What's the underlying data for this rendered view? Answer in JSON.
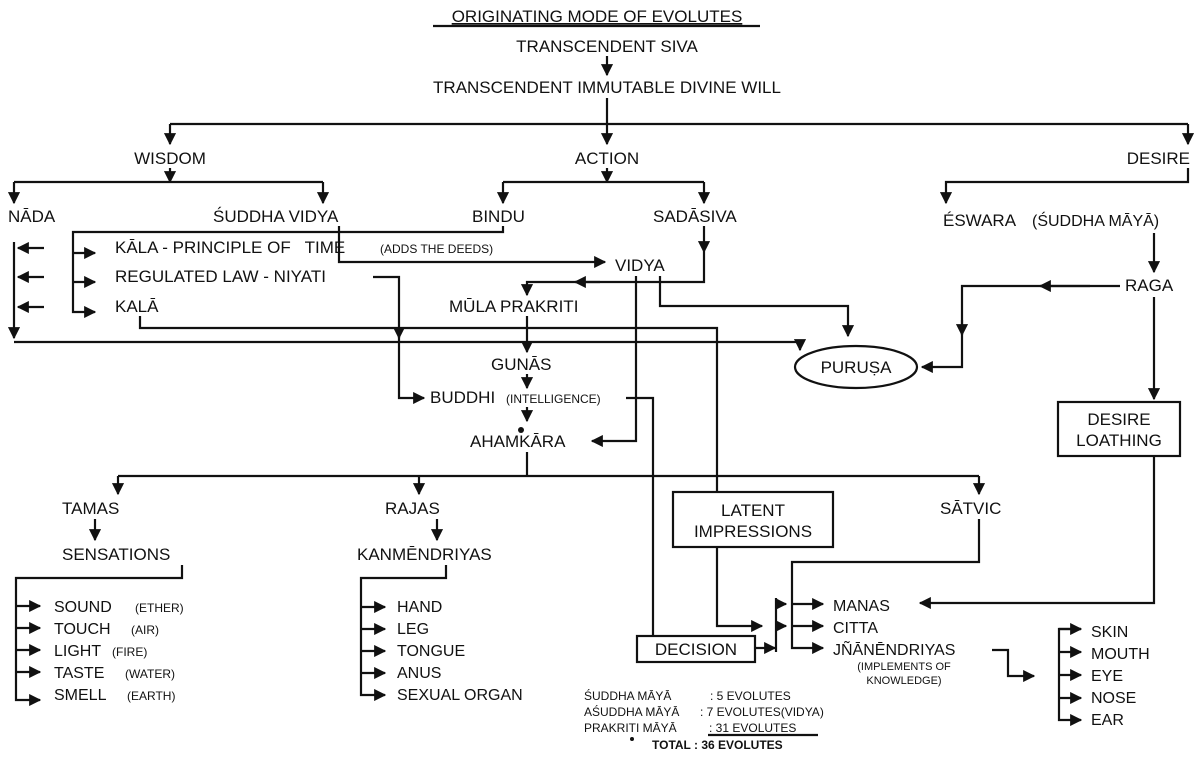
{
  "diagram": {
    "title": "ORIGINATING MODE OF EVOLUTES",
    "root": "TRANSCENDENT SIVA",
    "will": "TRANSCENDENT IMMUTABLE DIVINE WILL",
    "branches": {
      "wisdom": "WISDOM",
      "action": "ACTION",
      "desire": "DESIRE"
    },
    "wisdom_children": {
      "nada": "NĀDA",
      "suddha_vidya": "ŚUDDHA VIDYA"
    },
    "action_children": {
      "bindu": "BINDU",
      "sadasiva": "SADĀSIVA"
    },
    "desire_children": {
      "eswara": "ÉSWARA",
      "eswara_note": "(ŚUDDHA MĀYĀ)",
      "raga": "RAGA"
    },
    "kala_group": [
      {
        "label": "KĀLA - PRINCIPLE OF   TIME",
        "note": "(ADDS THE DEEDS)"
      },
      {
        "label": "REGULATED LAW - NIYATI",
        "note": ""
      },
      {
        "label": "KALĀ",
        "note": ""
      }
    ],
    "center": {
      "vidya": "VIDYA",
      "mula_prakriti": "MŪLA PRAKRITI",
      "gunas": "GUNĀS",
      "buddhi": "BUDDHI",
      "buddhi_note": "(INTELLIGENCE)",
      "ahamkara": "AHAMKĀRA",
      "purusa": "PURUṢA"
    },
    "boxes": {
      "desire_loathing": [
        "DESIRE",
        "LOATHING"
      ],
      "latent_impressions": [
        "LATENT",
        "IMPRESSIONS"
      ],
      "decision": "DECISION"
    },
    "gunas_three": {
      "tamas": "TAMAS",
      "rajas": "RAJAS",
      "satvic": "SĀTVIC"
    },
    "sensations": {
      "title": "SENSATIONS",
      "items": [
        {
          "label": "SOUND",
          "note": "(ETHER)"
        },
        {
          "label": "TOUCH",
          "note": "(AIR)"
        },
        {
          "label": "LIGHT",
          "note": "(FIRE)"
        },
        {
          "label": "TASTE",
          "note": "(WATER)"
        },
        {
          "label": "SMELL",
          "note": "(EARTH)"
        }
      ]
    },
    "kanmendriyas": {
      "title": "KANMĒNDRIYAS",
      "items": [
        "HAND",
        "LEG",
        "TONGUE",
        "ANUS",
        "SEXUAL ORGAN"
      ]
    },
    "inner": {
      "manas": "MANAS",
      "citta": "CITTA",
      "jnanendriyas": "JÑĀNĒNDRIYAS",
      "jnanendriyas_note_1": "(IMPLEMENTS OF",
      "jnanendriyas_note_2": "KNOWLEDGE)"
    },
    "senses": [
      "SKIN",
      "MOUTH",
      "EYE",
      "NOSE",
      "EAR"
    ],
    "summary": {
      "rows": [
        {
          "label": "ŚUDDHA MĀYĀ",
          "value": ": 5 EVOLUTES"
        },
        {
          "label": "AŚUDDHA MĀYĀ",
          "value": ": 7 EVOLUTES(VIDYA)"
        },
        {
          "label": "PRAKRITI MĀYĀ",
          "value": ": 31 EVOLUTES"
        }
      ],
      "total": "TOTAL : 36 EVOLUTES"
    }
  }
}
